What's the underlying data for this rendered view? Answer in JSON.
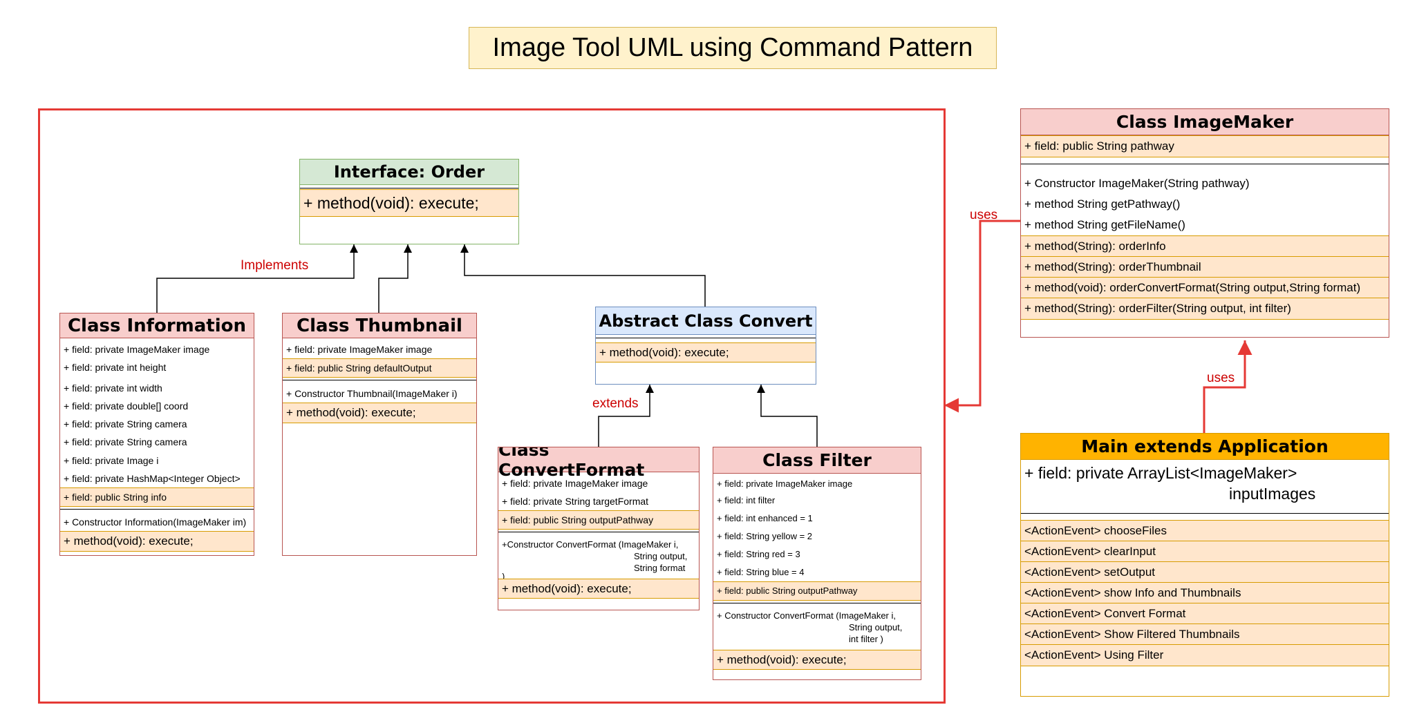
{
  "title": "Image Tool UML using Command Pattern",
  "labels": {
    "implements": "Implements",
    "extends": "extends",
    "uses_left": "uses",
    "uses_bottom": "uses"
  },
  "colors": {
    "frame": "#e53935",
    "arrow_red": "#e53935",
    "arrow_black": "#000000",
    "header_red": "#f8cecc",
    "header_green": "#d5e8d4",
    "header_blue": "#dae8fc",
    "header_orange": "#ffb300",
    "row_highlight": "#ffe6cc",
    "title_fill": "#fff2cc"
  },
  "interface_order": {
    "title": "Interface: Order",
    "methods": [
      "+ method(void): execute;"
    ]
  },
  "class_information": {
    "title": "Class Information",
    "fields": [
      "+ field: private ImageMaker image",
      "+ field: private int height",
      "+ field: private int width",
      "+ field: private double[] coord",
      "+ field: private String camera",
      "+ field: private String camera",
      "+ field: private Image i",
      "+ field: private HashMap<Integer Object>",
      "+ field: public String info"
    ],
    "constructor": "+ Constructor Information(ImageMaker im)",
    "method": "+ method(void): execute;"
  },
  "class_thumbnail": {
    "title": "Class Thumbnail",
    "fields": [
      "+ field: private ImageMaker image",
      "+ field: public String defaultOutput"
    ],
    "constructor": "+ Constructor Thumbnail(ImageMaker i)",
    "method": "+ method(void): execute;"
  },
  "abstract_convert": {
    "title": "Abstract Class Convert",
    "method": "+ method(void): execute;"
  },
  "class_convertformat": {
    "title": "Class ConvertFormat",
    "fields": [
      "+ field: private ImageMaker image",
      "+ field: private String targetFormat",
      "+ field: public String outputPathway"
    ],
    "constructor": [
      "+Constructor ConvertFormat (ImageMaker i,",
      "String output,",
      "String format",
      ")"
    ],
    "method": "+ method(void): execute;"
  },
  "class_filter": {
    "title": "Class Filter",
    "fields": [
      "+ field: private ImageMaker image",
      "+ field: int filter",
      "+ field: int enhanced = 1",
      "+ field: String yellow = 2",
      "+ field: String red = 3",
      "+ field: String blue = 4",
      "+ field: public String outputPathway"
    ],
    "constructor": [
      "+ Constructor ConvertFormat (ImageMaker i,",
      "String output,",
      "int filter )"
    ],
    "method": "+ method(void): execute;"
  },
  "class_imagemaker": {
    "title": "Class ImageMaker",
    "field": "+ field: public String pathway",
    "methods": [
      "+ Constructor ImageMaker(String pathway)",
      "+ method String getPathway()",
      "+ method String getFileName()",
      "+ method(String): orderInfo",
      "+ method(String): orderThumbnail",
      "+ method(void): orderConvertFormat(String output,String format)",
      "+ method(String): orderFilter(String output, int filter)"
    ]
  },
  "main_app": {
    "title": "Main extends Application",
    "field_line1": "+ field: private ArrayList<ImageMaker>",
    "field_line2": "inputImages",
    "events": [
      "<ActionEvent> chooseFiles",
      "<ActionEvent> clearInput",
      "<ActionEvent> setOutput",
      "<ActionEvent> show Info and Thumbnails",
      "<ActionEvent> Convert Format",
      "<ActionEvent> Show Filtered Thumbnails",
      "<ActionEvent> Using Filter"
    ]
  }
}
